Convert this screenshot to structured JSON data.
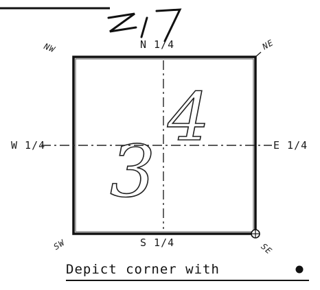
{
  "handwritten_header": "Z17",
  "quarter_labels": {
    "north": "N 1/4",
    "south": "S 1/4",
    "west": "W 1/4",
    "east": "E 1/4"
  },
  "corner_labels": {
    "nw": "NW",
    "ne": "NE",
    "sw": "SW",
    "se": "SE"
  },
  "section_numbers": {
    "left": "3",
    "right": "4"
  },
  "caption": "Depict corner with",
  "caption_icon": "filled-corner-dot-icon",
  "colors": {
    "ink": "#111111",
    "paper": "#ffffff"
  }
}
